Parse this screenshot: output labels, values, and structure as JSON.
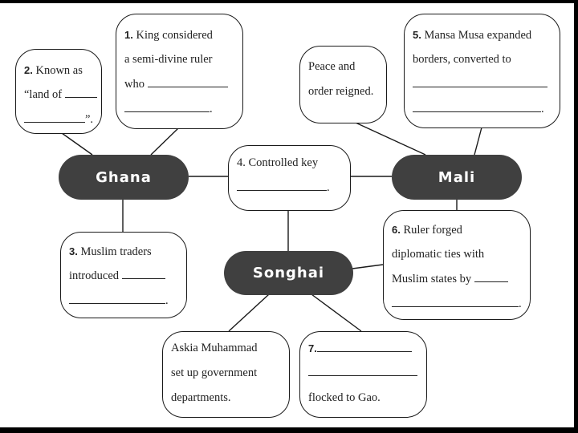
{
  "centers": {
    "ghana": "Ghana",
    "mali": "Mali",
    "songhai": "Songhai"
  },
  "boxes": {
    "box1": {
      "number": "1.",
      "lines": [
        "King considered",
        "a semi-divine ruler",
        "who"
      ],
      "end": "."
    },
    "box2": {
      "number": "2.",
      "lines": [
        "Known as",
        "“land of"
      ],
      "end": "”."
    },
    "box3": {
      "number": "3.",
      "lines": [
        "Muslim traders",
        "introduced"
      ],
      "end": "."
    },
    "box4": {
      "number": "4.",
      "lines": [
        "Controlled key"
      ],
      "end": "."
    },
    "peace": {
      "lines": [
        "Peace and",
        "order reigned."
      ]
    },
    "box5": {
      "number": "5.",
      "lines": [
        "Mansa Musa expanded",
        "borders, converted to"
      ],
      "end": "."
    },
    "box6": {
      "number": "6.",
      "lines": [
        "Ruler forged",
        "diplomatic ties with",
        "Muslim states by"
      ],
      "end": "."
    },
    "askia": {
      "lines": [
        "Askia Muhammad",
        "set up government",
        "departments."
      ]
    },
    "box7": {
      "number": "7.",
      "lines": [
        "flocked to Gao."
      ]
    }
  },
  "colors": {
    "pill_fill": "#404040",
    "pill_text": "#ffffff",
    "border": "#1a1a1a",
    "frame": "#000000"
  }
}
